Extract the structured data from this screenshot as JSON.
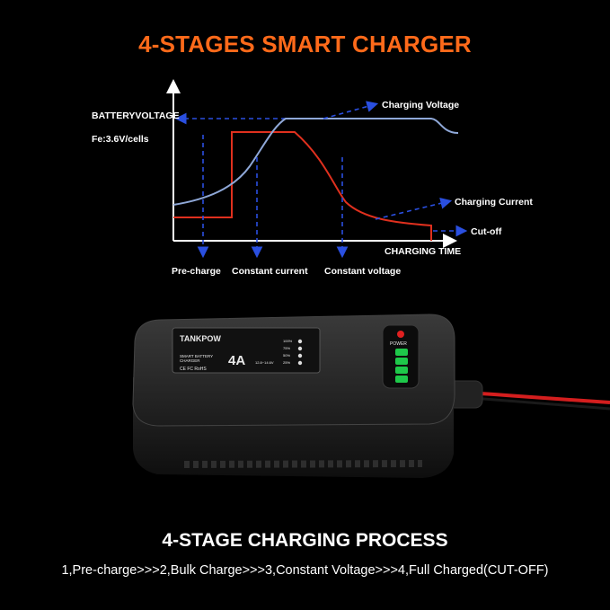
{
  "title": "4-STAGES SMART CHARGER",
  "diagram": {
    "y_label": "BATTERYVOLTAGE",
    "cell_label": "Fe:3.6V/cells",
    "x_label": "CHARGING TIME",
    "curves": {
      "voltage": "Charging Voltage",
      "current": "Charging Current",
      "cutoff": "Cut-off"
    },
    "stages": [
      "Pre-charge",
      "Constant current",
      "Constant voltage"
    ],
    "colors": {
      "voltage": "#8fa8d8",
      "current": "#e0301e",
      "arrows": "#2a4fe0",
      "axes": "#ffffff"
    }
  },
  "device": {
    "brand": "TANKPOW",
    "product_line1": "SMART BATTERY",
    "product_line2": "CHARGER",
    "amps": "4A",
    "voltage_range": "12.8~14.6V",
    "levels": [
      "100%",
      "75%",
      "50%",
      "25%"
    ],
    "power_label": "POWER",
    "certs": "CE FC RoHS",
    "icon": "battery-charger-icon"
  },
  "process": {
    "title": "4-STAGE CHARGING PROCESS",
    "steps": "1,Pre-charge>>>2,Bulk Charge>>>3,Constant Voltage>>>4,Full Charged(CUT-OFF)"
  }
}
